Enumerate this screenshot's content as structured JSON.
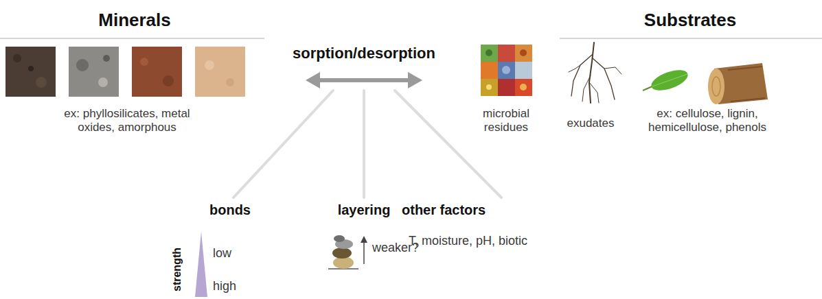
{
  "diagram": {
    "nodes": [
      {
        "text": [
          "Minerals",
          "ex: phyllosilicates, metal oxides, amorphous"
        ]
      },
      {
        "text": [
          "sorption/desorption"
        ]
      },
      {
        "text": [
          "Substrates",
          "microbial residues",
          "exudates",
          "ex: cellulose, lignin, hemicellulose, phenols"
        ]
      },
      {
        "text": [
          "bonds",
          "strength",
          "low",
          "high"
        ]
      },
      {
        "text": [
          "layering",
          "weaker?"
        ]
      },
      {
        "text": [
          "other factors",
          "T, moisture, pH, biotic"
        ]
      }
    ],
    "edges": [
      {
        "from": 1,
        "to": 3,
        "arrow": "none"
      },
      {
        "from": 1,
        "to": 4,
        "arrow": "none"
      },
      {
        "from": 1,
        "to": 5,
        "arrow": "none"
      }
    ]
  }
}
